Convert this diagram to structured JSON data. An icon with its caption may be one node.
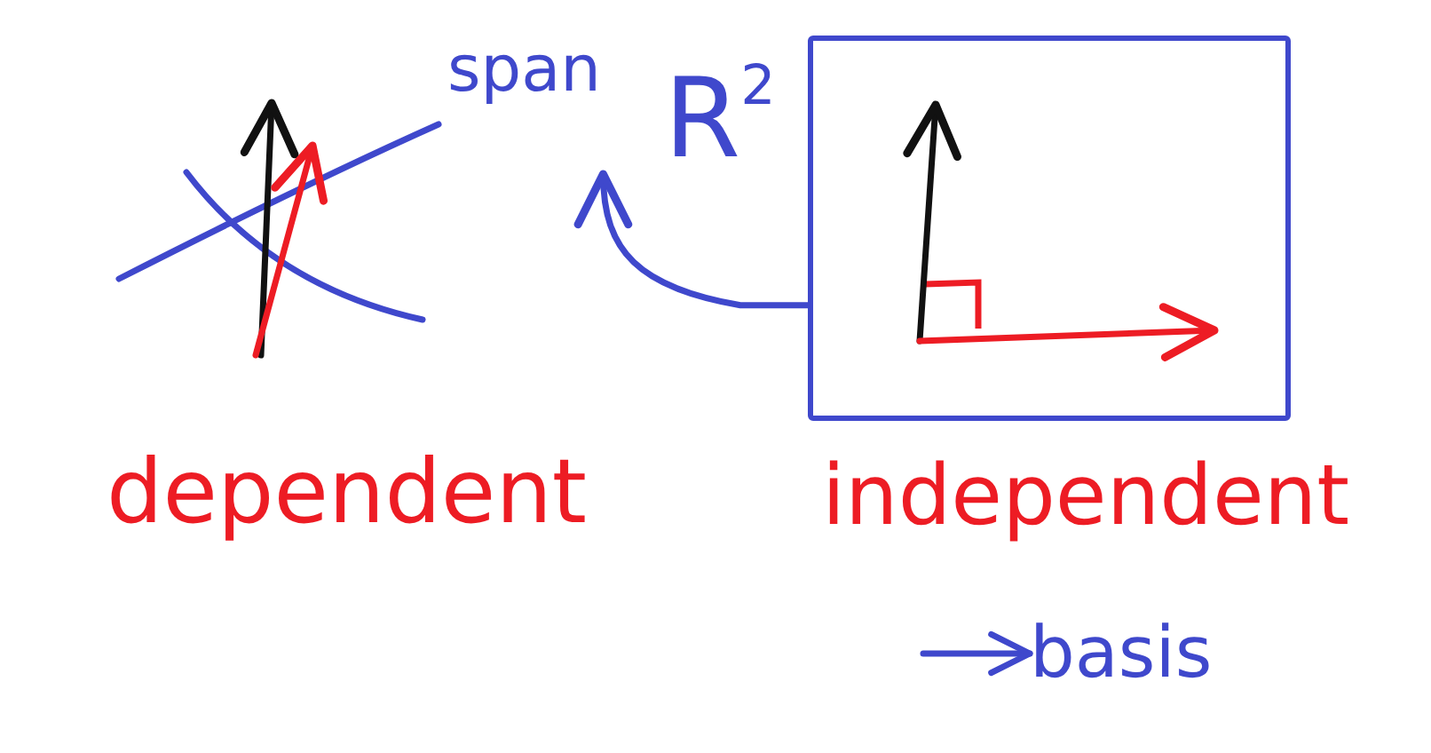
{
  "diagram": {
    "nodes": [
      {
        "text": [
          "span",
          "R$^{2}$"
        ]
      },
      {
        "text": [],
        "shape": "box",
        "beside": [
          "independent"
        ]
      },
      {
        "text": [
          "basis"
        ]
      }
    ],
    "edges": [
      {
        "from": 1,
        "to": 0,
        "arrow": "to"
      },
      {
        "from": null,
        "to": 2,
        "arrow": "to"
      }
    ],
    "labels": [
      "dependent"
    ]
  }
}
